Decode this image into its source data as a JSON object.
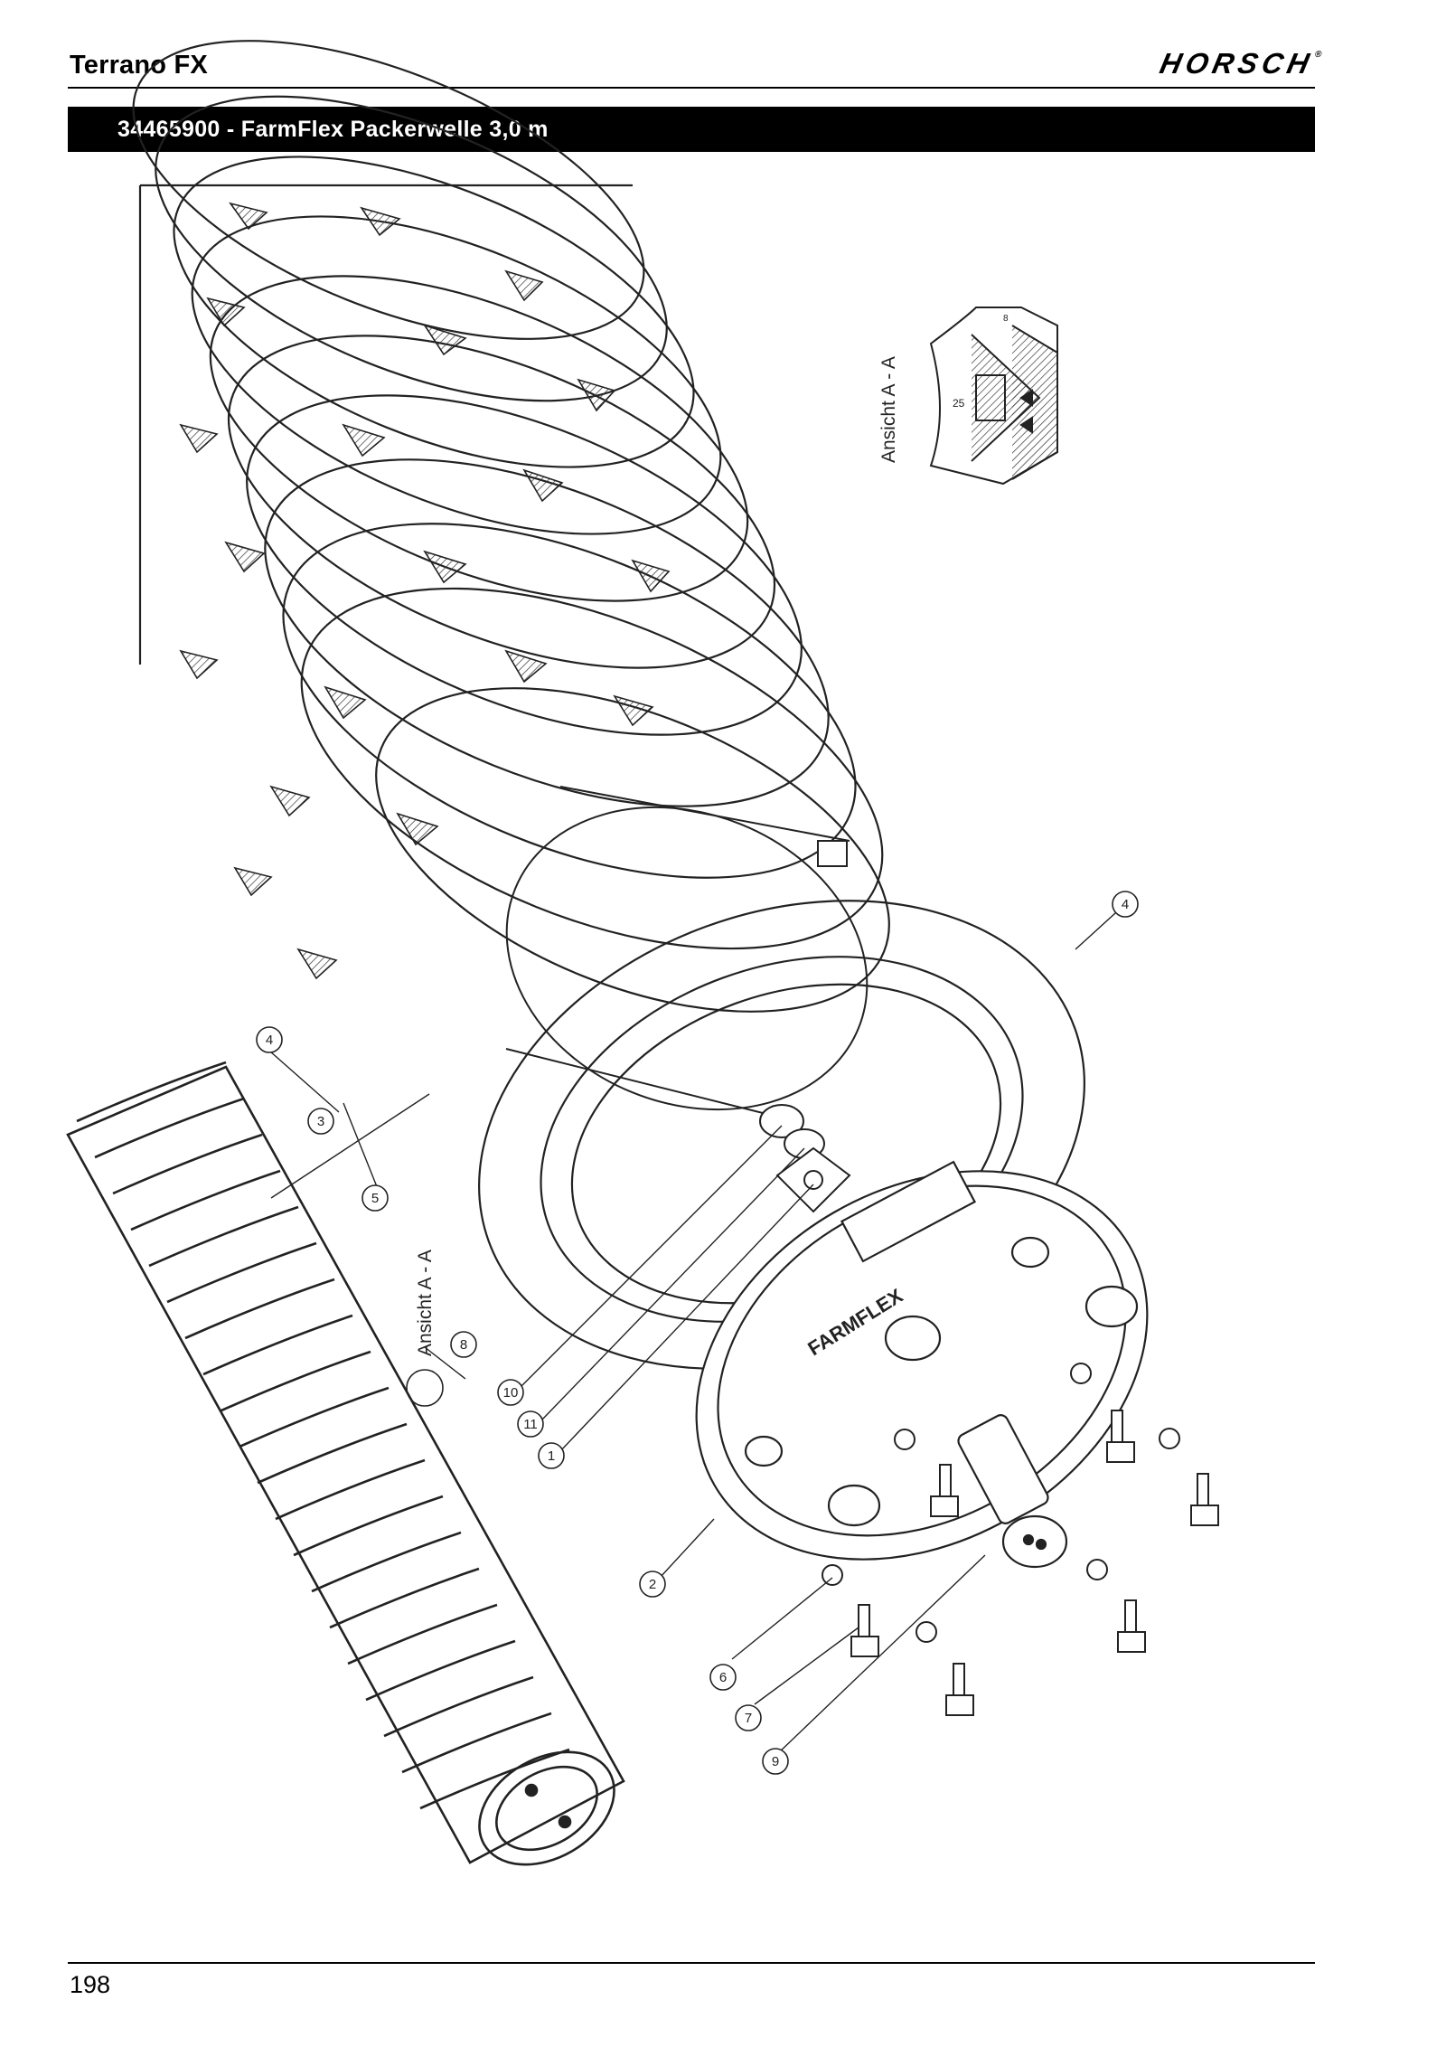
{
  "header": {
    "title": "Terrano FX",
    "brand": "HORSCH",
    "brand_mark": "®"
  },
  "section": {
    "title": "34465900  -  FarmFlex Packerwelle 3,0 m"
  },
  "drawing": {
    "view_label_top": "Ansicht A - A",
    "view_label_mid": "Ansicht A - A",
    "dimension_label": "25",
    "dimension_label_small": "8",
    "flange_text": "FARMFLEX",
    "callouts": [
      "4",
      "4",
      "3",
      "5",
      "8",
      "10",
      "11",
      "1",
      "2",
      "6",
      "7",
      "9"
    ]
  },
  "footer": {
    "page_number": "198"
  }
}
